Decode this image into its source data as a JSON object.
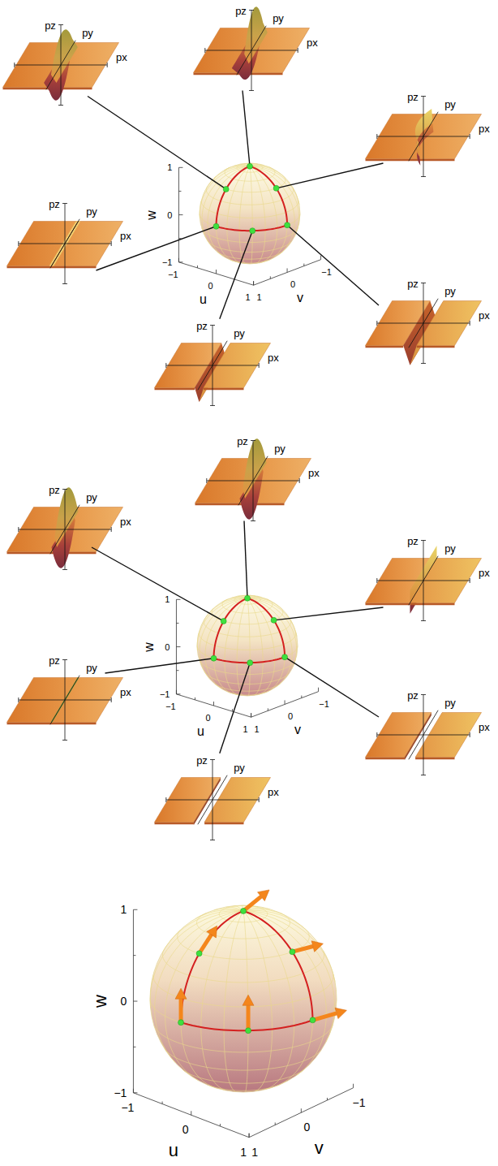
{
  "diagram": {
    "labels": [
      "pz",
      "py",
      "px",
      "pz",
      "py",
      "px",
      "pz",
      "py",
      "px",
      "pz",
      "py",
      "px",
      "pz",
      "py",
      "px",
      "pz",
      "py",
      "px",
      "w",
      "1",
      "0",
      "−1",
      "u",
      "−1",
      "0",
      "1",
      "v",
      "1",
      "0",
      "−1",
      "pz",
      "py",
      "px",
      "pz",
      "py",
      "px",
      "pz",
      "py",
      "px",
      "pz",
      "py",
      "px",
      "pz",
      "py",
      "px",
      "pz",
      "py",
      "px",
      "w",
      "1",
      "0",
      "−1",
      "u",
      "−1",
      "0",
      "1",
      "v",
      "1",
      "0",
      "−1",
      "w",
      "1",
      "0",
      "−1",
      "u",
      "−1",
      "0",
      "1",
      "v",
      "1",
      "0",
      "−1"
    ]
  }
}
